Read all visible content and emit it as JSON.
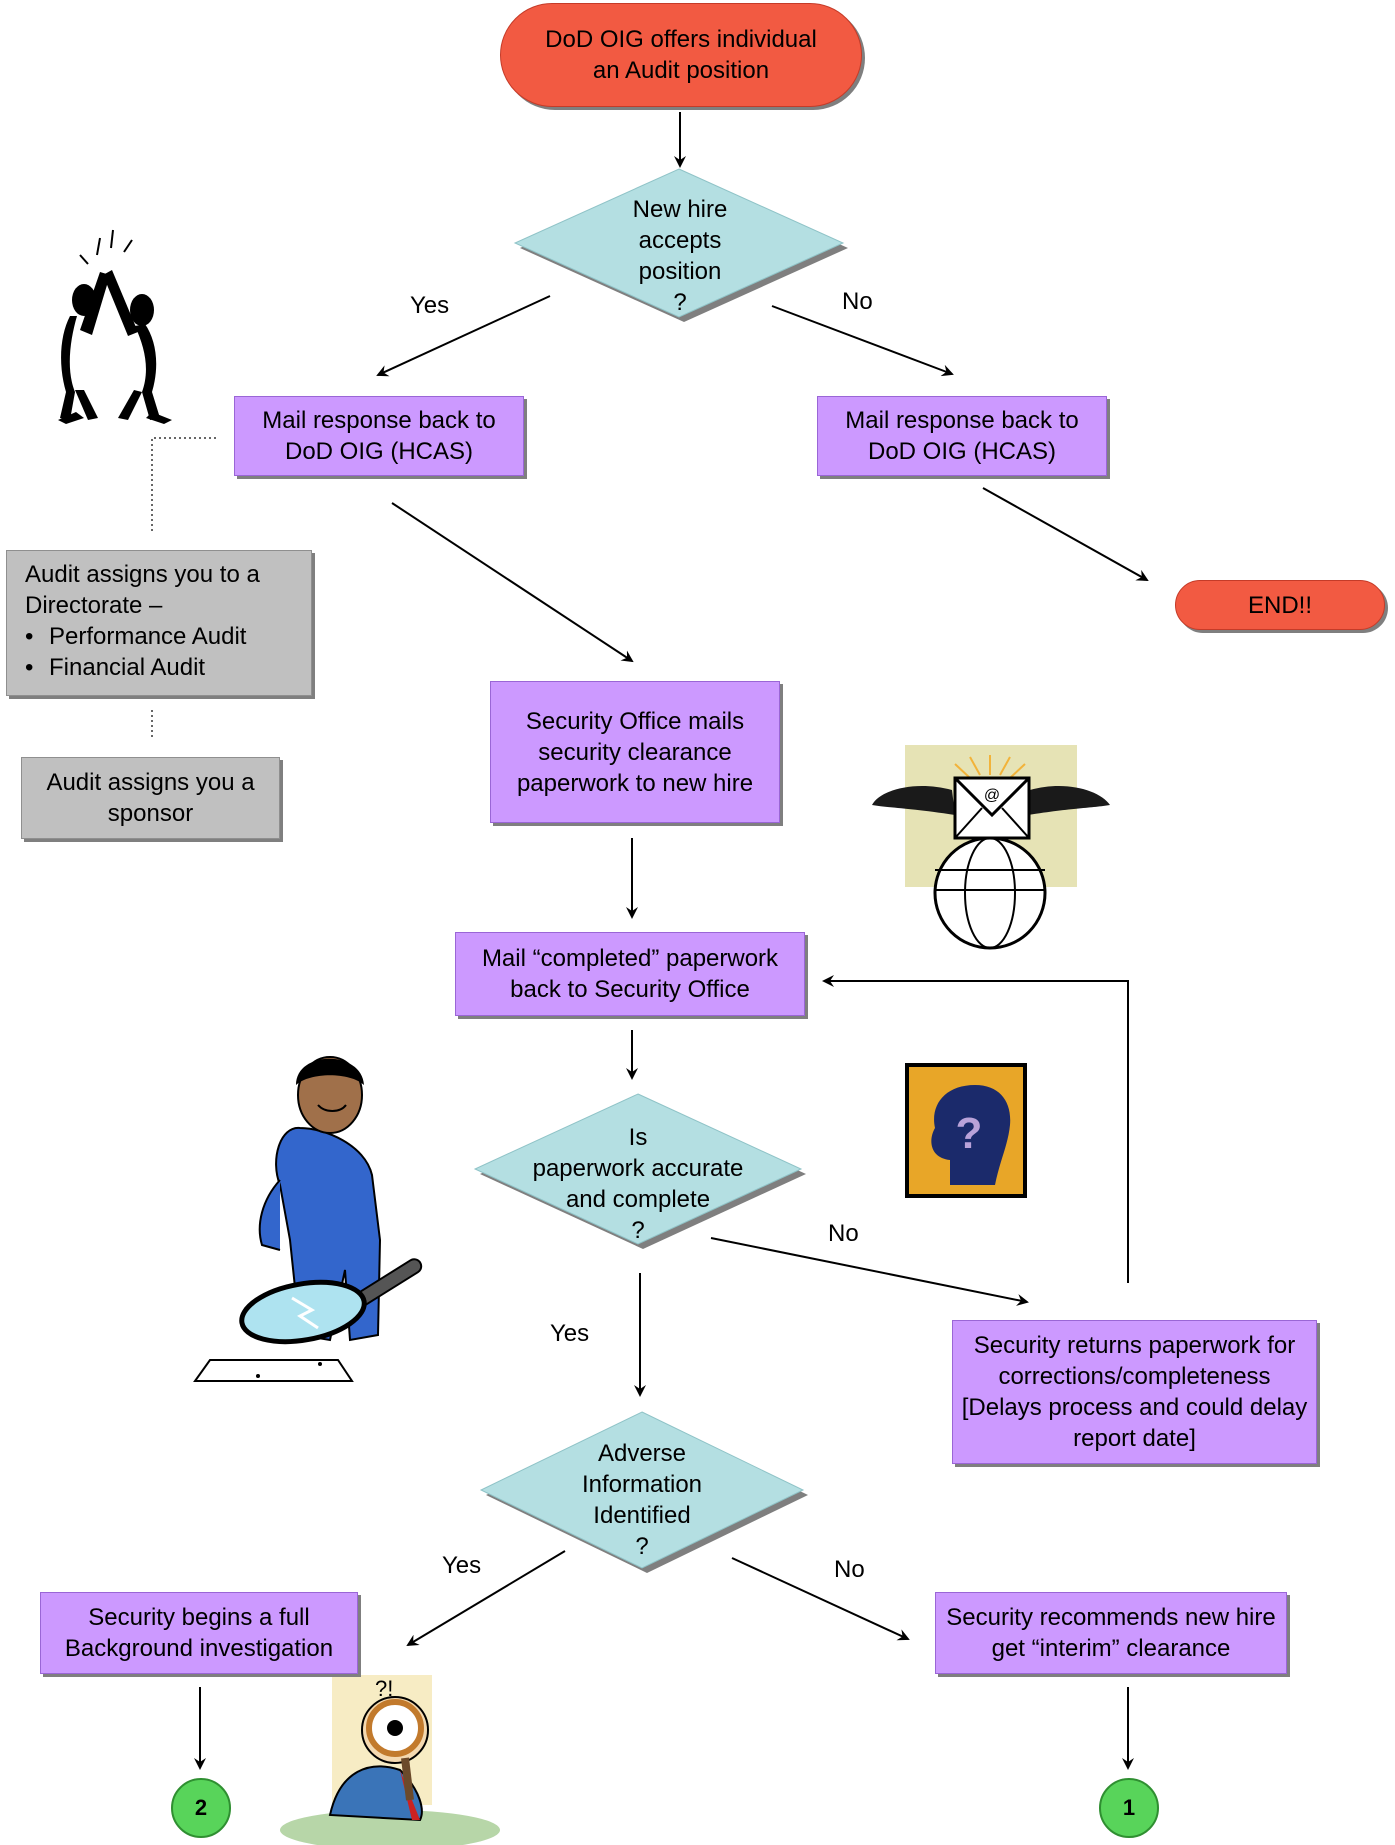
{
  "nodes": {
    "start": "DoD OIG offers individual an Audit position",
    "accepts": [
      "New hire",
      "accepts",
      "position",
      "?"
    ],
    "mail_yes": "Mail response back to DoD OIG (HCAS)",
    "mail_no": "Mail response back to DoD OIG (HCAS)",
    "end": "END!!",
    "directorate_title": "Audit assigns you to a Directorate –",
    "directorate_items": [
      "Performance Audit",
      "Financial Audit"
    ],
    "sponsor": "Audit assigns you a sponsor",
    "security_mails": "Security Office mails security clearance paperwork to new hire",
    "mail_completed": "Mail “completed” paperwork back to Security Office",
    "accurate": [
      "Is",
      "paperwork accurate",
      "and complete",
      "?"
    ],
    "returns": "Security returns paperwork for corrections/completeness [Delays process and could delay report date]",
    "adverse": [
      "Adverse",
      "Information",
      "Identified",
      "?"
    ],
    "background": "Security begins a full Background investigation",
    "interim": "Security recommends new hire get “interim” clearance",
    "connector_left": "2",
    "connector_right": "1"
  },
  "edge_labels": {
    "accepts_yes": "Yes",
    "accepts_no": "No",
    "accurate_no": "No",
    "accurate_yes": "Yes",
    "adverse_yes": "Yes",
    "adverse_no": "No"
  },
  "colors": {
    "process": "#cc99ff",
    "decision": "#b4dfe2",
    "terminator": "#f25a42",
    "note": "#c0c0c0",
    "connector": "#58d45a"
  },
  "clipart": [
    "high-five-silhouettes-icon",
    "winged-envelope-icon",
    "question-head-icon",
    "magnifier-man-icon",
    "peeking-magnifier-man-icon"
  ]
}
